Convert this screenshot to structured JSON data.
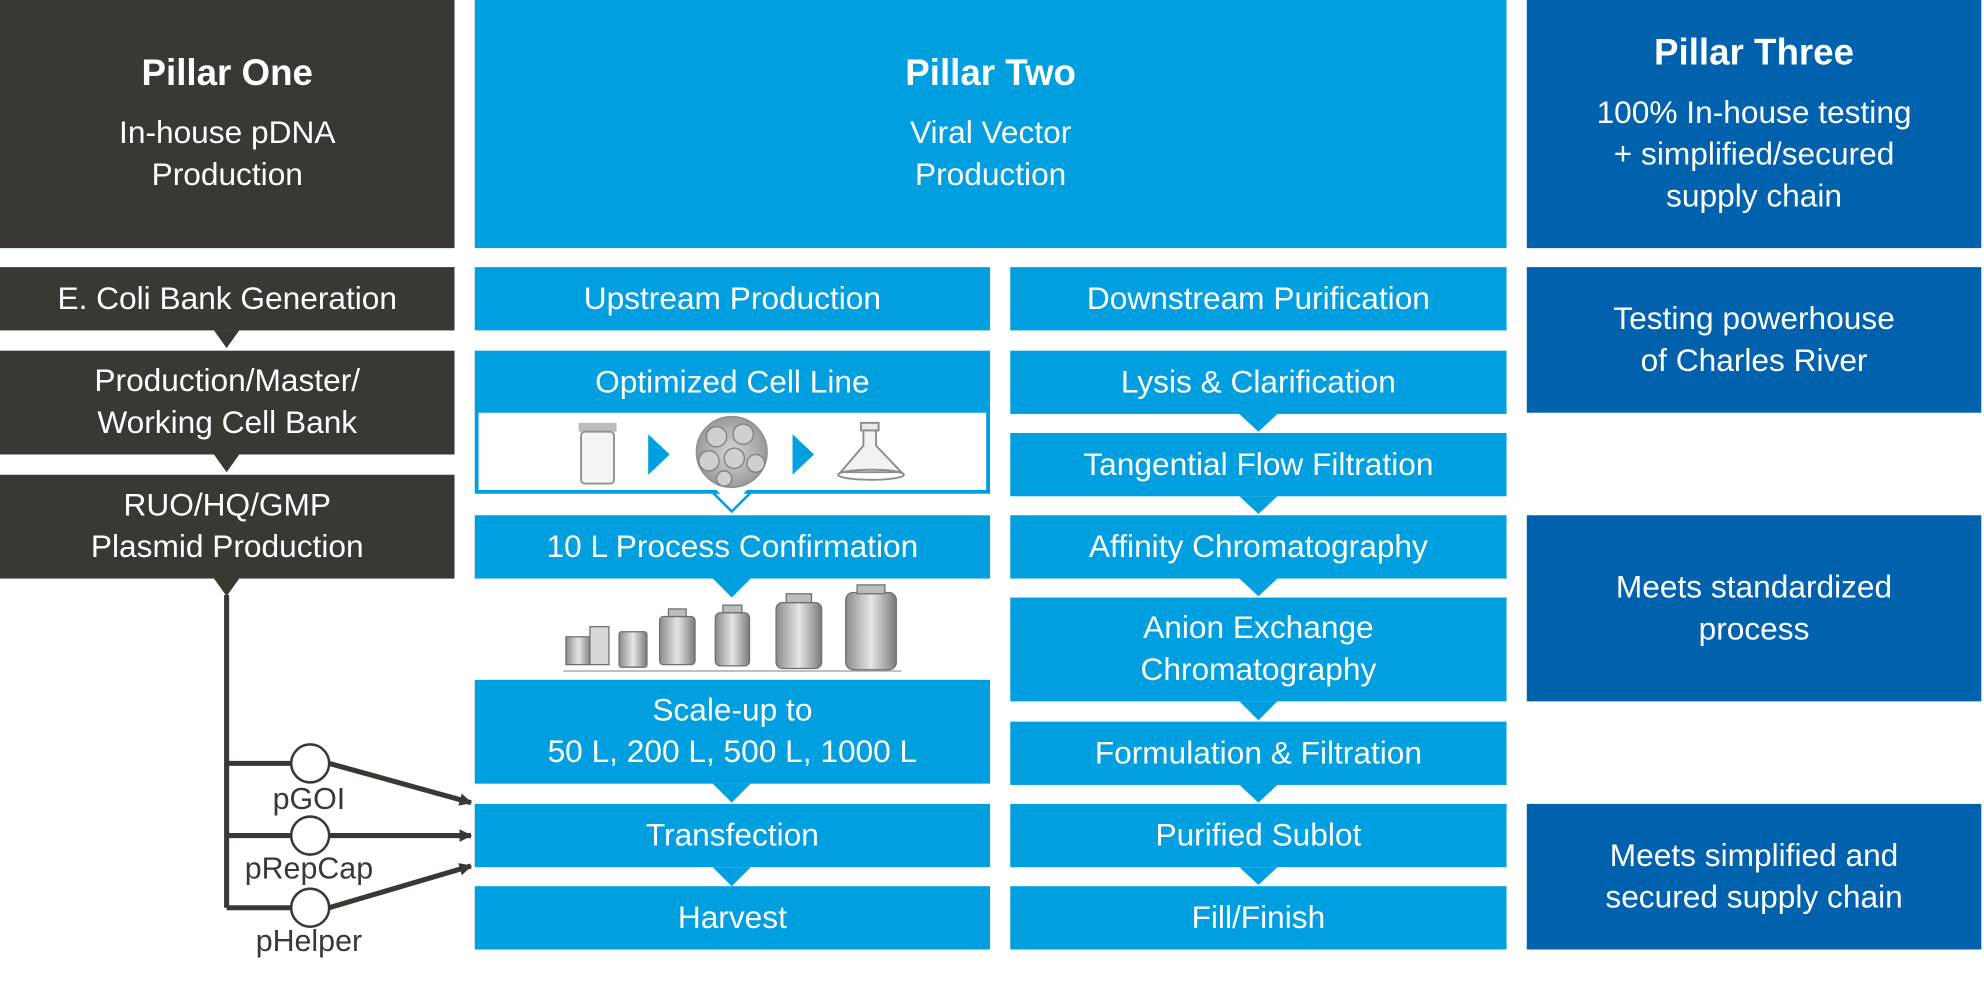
{
  "pillars": {
    "one": {
      "title": "Pillar One",
      "subtitle_lines": [
        "In-house pDNA",
        "Production"
      ]
    },
    "two": {
      "title": "Pillar Two",
      "subtitle_lines": [
        "Viral Vector",
        "Production"
      ]
    },
    "three": {
      "title": "Pillar Three",
      "subtitle_lines": [
        "100% In-house testing",
        "+ simplified/secured",
        "supply chain"
      ]
    }
  },
  "pillar_one_steps": [
    {
      "lines": [
        "E. Coli Bank Generation"
      ]
    },
    {
      "lines": [
        "Production/Master/",
        "Working Cell Bank"
      ]
    },
    {
      "lines": [
        "RUO/HQ/GMP",
        "Plasmid Production"
      ]
    }
  ],
  "plasmids": [
    "pGOI",
    "pRepCap",
    "pHelper"
  ],
  "upstream": {
    "header": "Upstream Production",
    "steps": [
      {
        "lines": [
          "Optimized Cell Line"
        ]
      },
      {
        "lines": [
          "10 L Process Confirmation"
        ]
      },
      {
        "lines": [
          "Scale-up to",
          "50 L, 200 L, 500 L, 1000 L"
        ]
      },
      {
        "lines": [
          "Transfection"
        ]
      },
      {
        "lines": [
          "Harvest"
        ]
      }
    ]
  },
  "downstream": {
    "header": "Downstream Purification",
    "steps": [
      {
        "lines": [
          "Lysis & Clarification"
        ]
      },
      {
        "lines": [
          "Tangential Flow Filtration"
        ]
      },
      {
        "lines": [
          "Affinity Chromatography"
        ]
      },
      {
        "lines": [
          "Anion Exchange",
          "Chromatography"
        ]
      },
      {
        "lines": [
          "Formulation & Filtration"
        ]
      },
      {
        "lines": [
          "Purified Sublot"
        ]
      },
      {
        "lines": [
          "Fill/Finish"
        ]
      }
    ]
  },
  "pillar_three_items": [
    {
      "lines": [
        "Testing powerhouse",
        "of Charles River"
      ]
    },
    {
      "lines": [
        "Meets standardized",
        "process"
      ]
    },
    {
      "lines": [
        "Meets simplified and",
        "secured supply chain"
      ]
    }
  ],
  "colors": {
    "dark": "#3b3732",
    "cyan": "#009fdf",
    "navy": "#0062ad",
    "arrow": "#3b3732"
  },
  "icons": [
    "vial-icon",
    "cell-culture-icon",
    "flask-icon",
    "bioreactor-series-icon"
  ]
}
